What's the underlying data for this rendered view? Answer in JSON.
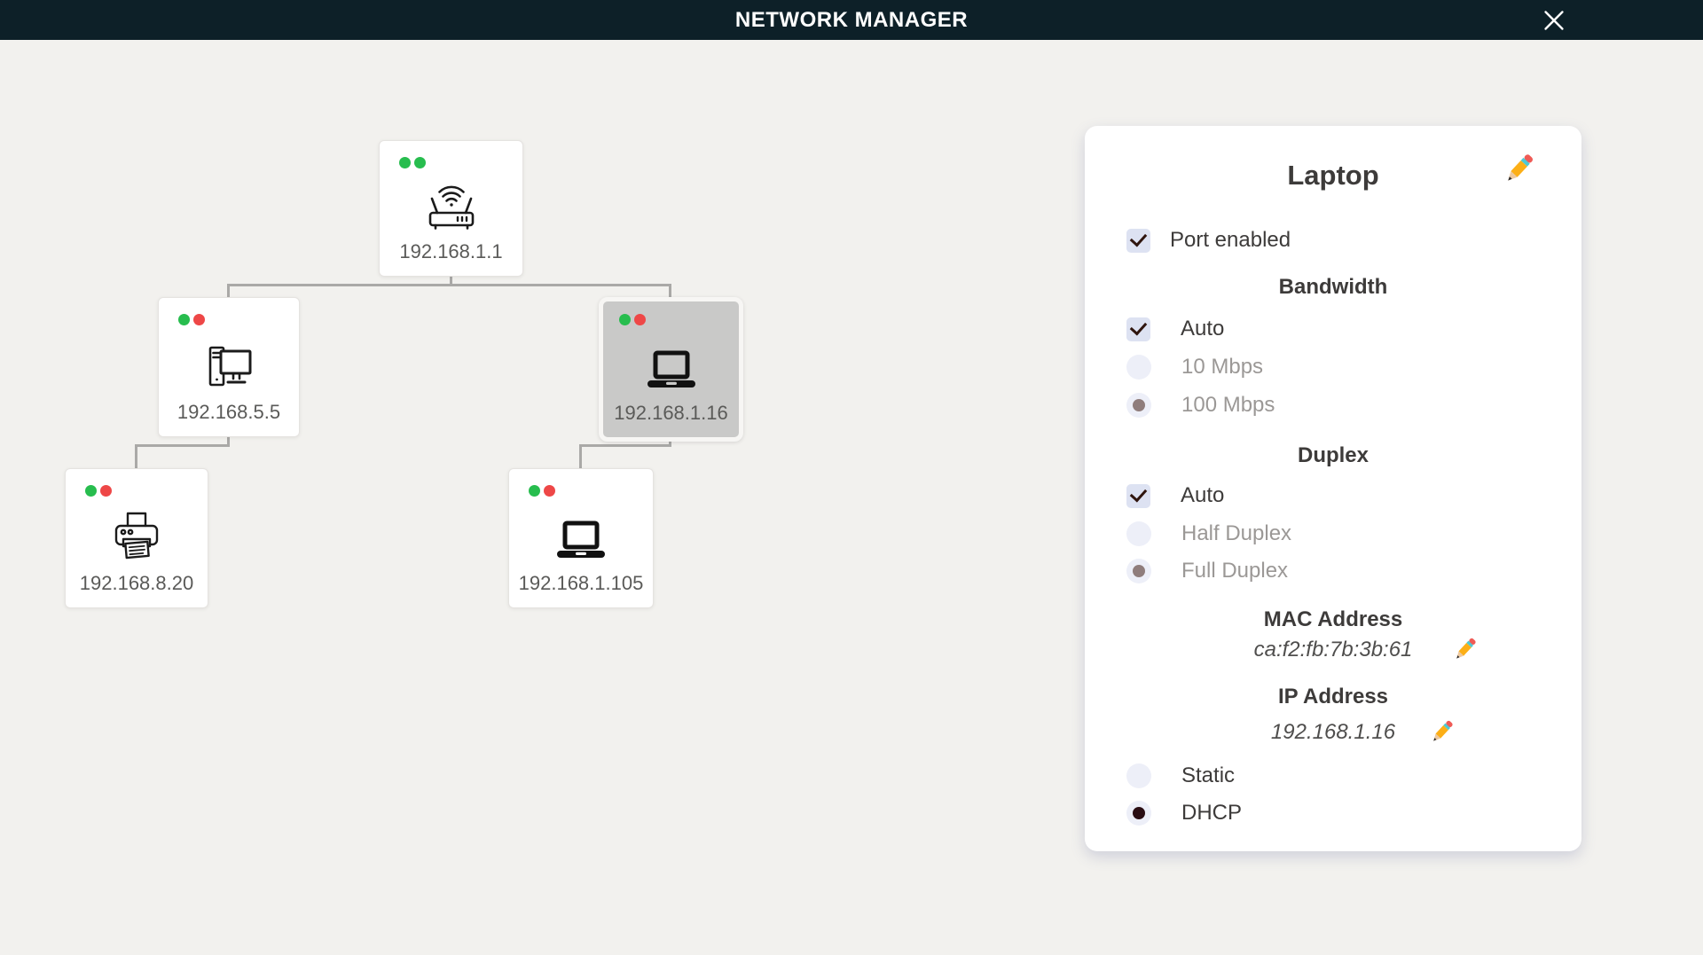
{
  "header": {
    "title": "NETWORK MANAGER",
    "close_icon": "close-x"
  },
  "colors": {
    "header_bg": "#0d2028",
    "page_bg": "#f2f1ee",
    "selected_bg": "#c9c9c8",
    "connector": "#aaa9a7",
    "green": "#27bd4e",
    "red": "#ee4747"
  },
  "topology": {
    "nodes": [
      {
        "type": "router",
        "ip": "192.168.1.1",
        "status": [
          "green",
          "green"
        ],
        "selected": false
      },
      {
        "type": "desktop",
        "ip": "192.168.5.5",
        "status": [
          "green",
          "red"
        ],
        "selected": false
      },
      {
        "type": "laptop",
        "ip": "192.168.1.16",
        "status": [
          "green",
          "red"
        ],
        "selected": true
      },
      {
        "type": "printer",
        "ip": "192.168.8.20",
        "status": [
          "green",
          "red"
        ],
        "selected": false
      },
      {
        "type": "laptop",
        "ip": "192.168.1.105",
        "status": [
          "green",
          "red"
        ],
        "selected": false
      }
    ]
  },
  "panel": {
    "title": "Laptop",
    "edit_icon": "pencil",
    "port": {
      "label": "Port enabled",
      "control": "checkbox",
      "state": "checked",
      "dim": false
    },
    "bandwidth": {
      "heading": "Bandwidth",
      "options": [
        {
          "label": "Auto",
          "control": "checkbox",
          "state": "checked",
          "dim": false
        },
        {
          "label": "10 Mbps",
          "control": "radio",
          "state": "unchecked",
          "dim": true
        },
        {
          "label": "100 Mbps",
          "control": "radio",
          "state": "dot",
          "dim": true
        }
      ]
    },
    "duplex": {
      "heading": "Duplex",
      "options": [
        {
          "label": "Auto",
          "control": "checkbox",
          "state": "checked",
          "dim": false
        },
        {
          "label": "Half Duplex",
          "control": "radio",
          "state": "unchecked",
          "dim": true
        },
        {
          "label": "Full Duplex",
          "control": "radio",
          "state": "dot",
          "dim": true
        }
      ]
    },
    "mac": {
      "heading": "MAC Address",
      "value": "ca:f2:fb:7b:3b:61"
    },
    "ip": {
      "heading": "IP Address",
      "value": "192.168.1.16"
    },
    "ip_mode": {
      "options": [
        {
          "label": "Static",
          "control": "radio",
          "state": "unchecked",
          "dim": false
        },
        {
          "label": "DHCP",
          "control": "radio",
          "state": "dot-dark",
          "dim": false
        }
      ]
    }
  }
}
